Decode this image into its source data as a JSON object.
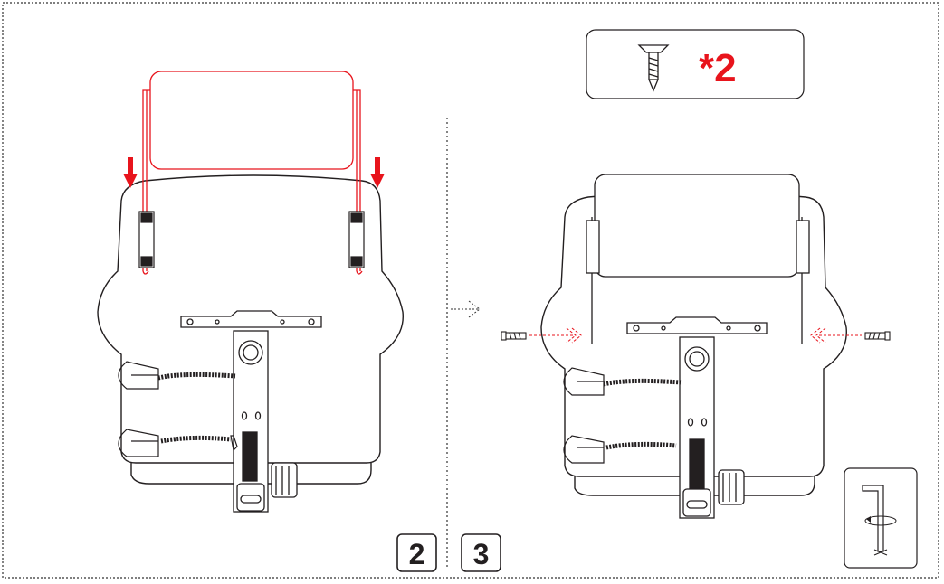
{
  "screw_callout": {
    "quantity_label": "*2",
    "icon": "screw-icon"
  },
  "steps": [
    {
      "number": "2"
    },
    {
      "number": "3"
    }
  ],
  "tool": {
    "icon": "allen-key-icon"
  },
  "colors": {
    "line": "#231f20",
    "highlight_red": "#e8141c",
    "frame_dots": "#333333"
  }
}
